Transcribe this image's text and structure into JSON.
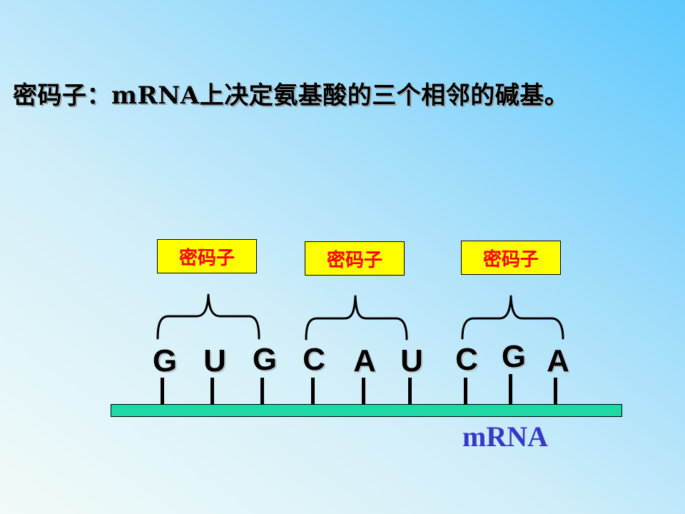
{
  "title": "密码子：mRNA上决定氨基酸的三个相邻的碱基。",
  "codon_boxes": [
    {
      "label": "密码子"
    },
    {
      "label": "密码子"
    },
    {
      "label": "密码子"
    }
  ],
  "bases": [
    "G",
    "U",
    "G",
    "C",
    "A",
    "U",
    "C",
    "G",
    "A"
  ],
  "strand_label": "mRNA",
  "colors": {
    "codon_box_fill": "#ffff00",
    "codon_text": "#ff0000",
    "strand_fill": "#1ed9a3",
    "strand_label": "#3838c8"
  }
}
